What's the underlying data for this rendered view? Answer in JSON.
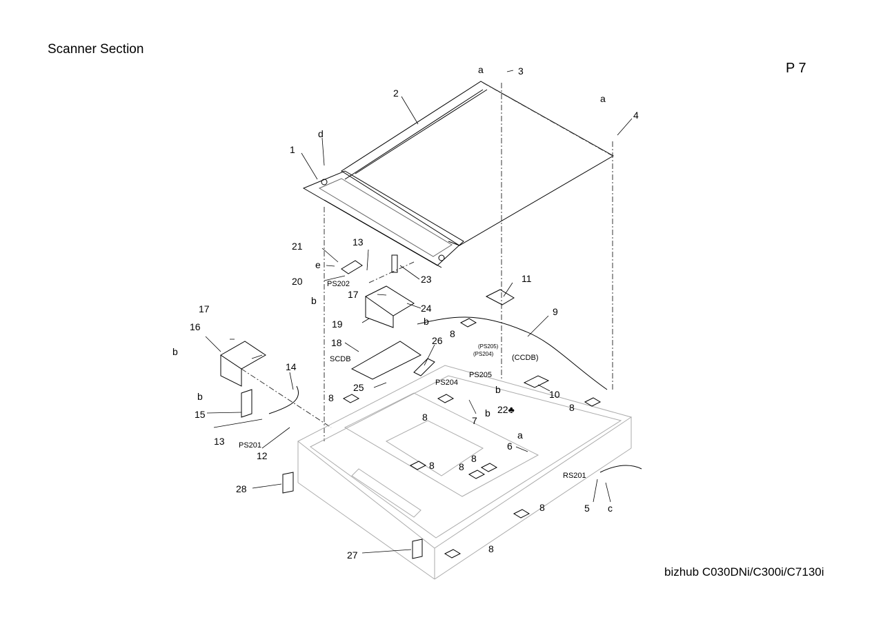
{
  "page": {
    "title": "Scanner Section",
    "page_number": "P 7",
    "model": "bizhub C030DNi/C300i/C7130i"
  },
  "callouts": [
    {
      "id": "c1",
      "text": "1"
    },
    {
      "id": "c2",
      "text": "2"
    },
    {
      "id": "c3",
      "text": "3"
    },
    {
      "id": "c4",
      "text": "4"
    },
    {
      "id": "c5",
      "text": "5"
    },
    {
      "id": "c6",
      "text": "6"
    },
    {
      "id": "c7",
      "text": "7"
    },
    {
      "id": "c8a",
      "text": "8"
    },
    {
      "id": "c8b",
      "text": "8"
    },
    {
      "id": "c8c",
      "text": "8"
    },
    {
      "id": "c8d",
      "text": "8"
    },
    {
      "id": "c8e",
      "text": "8"
    },
    {
      "id": "c8f",
      "text": "8"
    },
    {
      "id": "c8g",
      "text": "8"
    },
    {
      "id": "c8h",
      "text": "8"
    },
    {
      "id": "c8i",
      "text": "8"
    },
    {
      "id": "c9",
      "text": "9"
    },
    {
      "id": "c10",
      "text": "10"
    },
    {
      "id": "c11",
      "text": "11"
    },
    {
      "id": "c12",
      "text": "12"
    },
    {
      "id": "c13a",
      "text": "13"
    },
    {
      "id": "c13b",
      "text": "13"
    },
    {
      "id": "c14",
      "text": "14"
    },
    {
      "id": "c15",
      "text": "15"
    },
    {
      "id": "c16",
      "text": "16"
    },
    {
      "id": "c17a",
      "text": "17"
    },
    {
      "id": "c17b",
      "text": "17"
    },
    {
      "id": "c18",
      "text": "18"
    },
    {
      "id": "c19",
      "text": "19"
    },
    {
      "id": "c20",
      "text": "20"
    },
    {
      "id": "c21",
      "text": "21"
    },
    {
      "id": "c22",
      "text": "22♣"
    },
    {
      "id": "c23",
      "text": "23"
    },
    {
      "id": "c24",
      "text": "24"
    },
    {
      "id": "c25",
      "text": "25"
    },
    {
      "id": "c26",
      "text": "26"
    },
    {
      "id": "c27",
      "text": "27"
    },
    {
      "id": "c28",
      "text": "28"
    },
    {
      "id": "ca1",
      "text": "a"
    },
    {
      "id": "ca2",
      "text": "a"
    },
    {
      "id": "ca3",
      "text": "a"
    },
    {
      "id": "cb1",
      "text": "b"
    },
    {
      "id": "cb2",
      "text": "b"
    },
    {
      "id": "cb3",
      "text": "b"
    },
    {
      "id": "cb4",
      "text": "b"
    },
    {
      "id": "cb5",
      "text": "b"
    },
    {
      "id": "cb6",
      "text": "b"
    },
    {
      "id": "cc",
      "text": "c"
    },
    {
      "id": "cd",
      "text": "d"
    },
    {
      "id": "ce",
      "text": "e"
    },
    {
      "id": "ps202",
      "text": "PS202"
    },
    {
      "id": "ps201",
      "text": "PS201"
    },
    {
      "id": "scdb",
      "text": "SCDB"
    },
    {
      "id": "ps204",
      "text": "PS204"
    },
    {
      "id": "ps205",
      "text": "PS205"
    },
    {
      "id": "ps205p",
      "text": "(PS205)"
    },
    {
      "id": "ps204p",
      "text": "(PS204)"
    },
    {
      "id": "ccdb",
      "text": "(CCDB)"
    },
    {
      "id": "rs201",
      "text": "RS201"
    }
  ]
}
